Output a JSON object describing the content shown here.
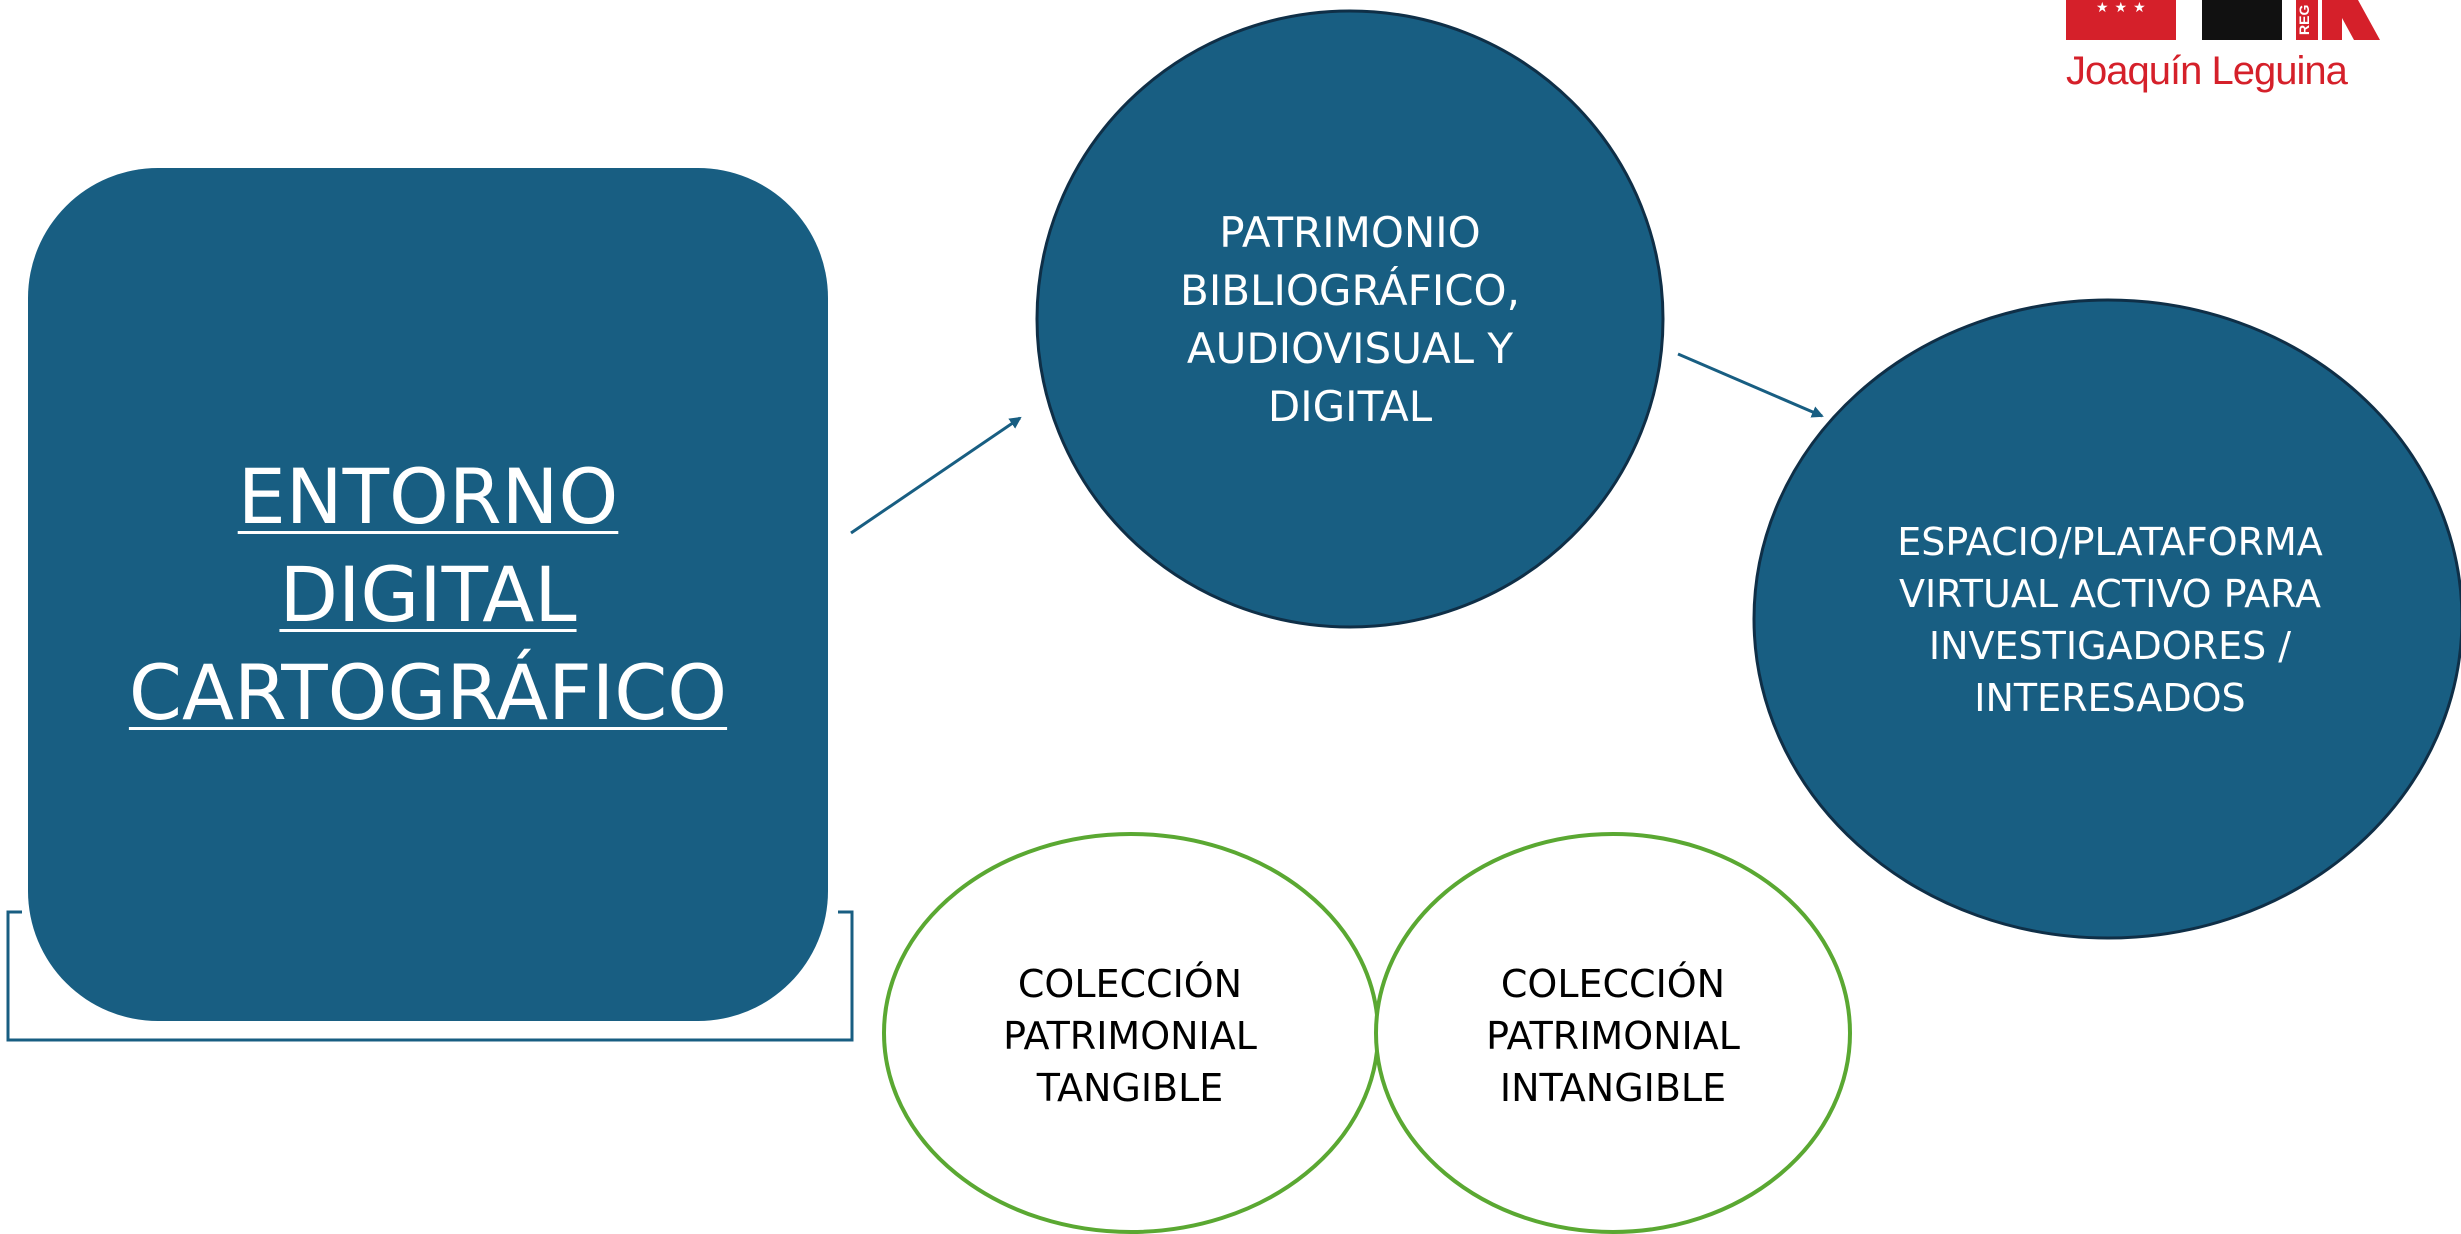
{
  "diagram": {
    "main_title_lines": [
      "ENTORNO",
      "DIGITAL",
      "CARTOGRÁFICO"
    ],
    "node_patrimonio_lines": [
      "PATRIMONIO",
      "BIBLIOGRÁFICO,",
      "AUDIOVISUAL Y",
      "DIGITAL"
    ],
    "node_espacio_lines": [
      "ESPACIO/PLATAFORMA",
      "VIRTUAL ACTIVO PARA",
      "INVESTIGADORES /",
      "INTERESADOS"
    ],
    "node_tangible_lines": [
      "COLECCIÓN",
      "PATRIMONIAL",
      "TANGIBLE"
    ],
    "node_intangible_lines": [
      "COLECCIÓN",
      "PATRIMONIAL",
      "INTANGIBLE"
    ]
  },
  "logo": {
    "name": "Joaquín Leguina",
    "tag": "REG"
  },
  "colors": {
    "primary_blue": "#185e82",
    "outline_dark": "#0f2f47",
    "green_outline": "#5aa832",
    "logo_red": "#d5202a"
  }
}
